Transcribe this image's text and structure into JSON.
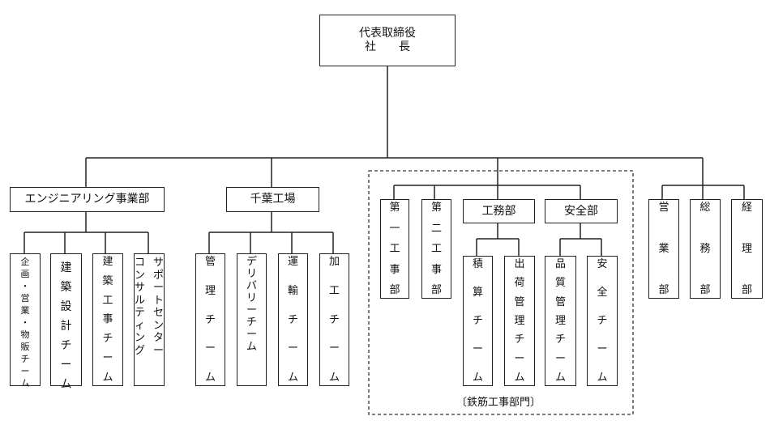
{
  "root": {
    "line1": "代表取締役",
    "line2": "社　　長"
  },
  "divisions": {
    "engineering": {
      "label": "エンジニアリング事業部",
      "teams": [
        "企画・営業・物販チーム",
        "建築設計チーム",
        "建築工事チーム",
        "サポートセンター|コンサルティング"
      ]
    },
    "chiba": {
      "label": "千葉工場",
      "teams": [
        "管理チーム",
        "デリバリーチーム",
        "運輸チーム",
        "加工チーム"
      ]
    },
    "rebar": {
      "caption": "〔鉄筋工事部門〕",
      "depts": [
        "第一工事部",
        "第二工事部"
      ],
      "koumu": {
        "label": "工務部",
        "teams": [
          "積算チーム",
          "出荷管理チーム"
        ]
      },
      "anzen": {
        "label": "安全部",
        "teams": [
          "品質管理チーム",
          "安全チーム"
        ]
      }
    },
    "admin": [
      "営業部",
      "総務部",
      "経理部"
    ]
  }
}
